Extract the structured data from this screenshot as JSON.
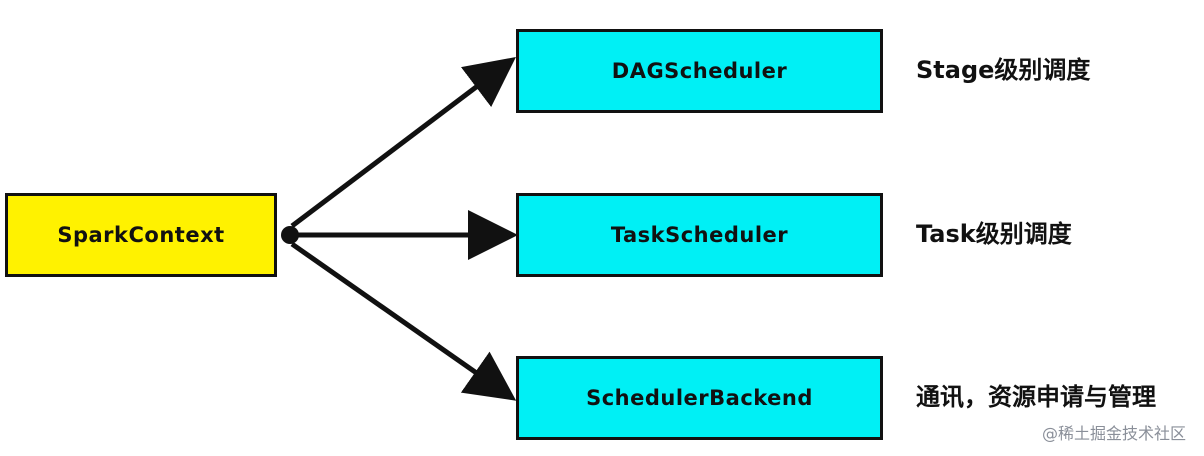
{
  "colors": {
    "context_fill": "#FFF200",
    "scheduler_fill": "#00F0F5",
    "stroke": "#111111"
  },
  "nodes": {
    "spark_context": "SparkContext",
    "dag_scheduler": "DAGScheduler",
    "task_scheduler": "TaskScheduler",
    "scheduler_backend": "SchedulerBackend"
  },
  "descriptions": {
    "dag_scheduler": "Stage级别调度",
    "task_scheduler": "Task级别调度",
    "scheduler_backend": "通讯，资源申请与管理"
  },
  "watermark": "@稀土掘金技术社区"
}
